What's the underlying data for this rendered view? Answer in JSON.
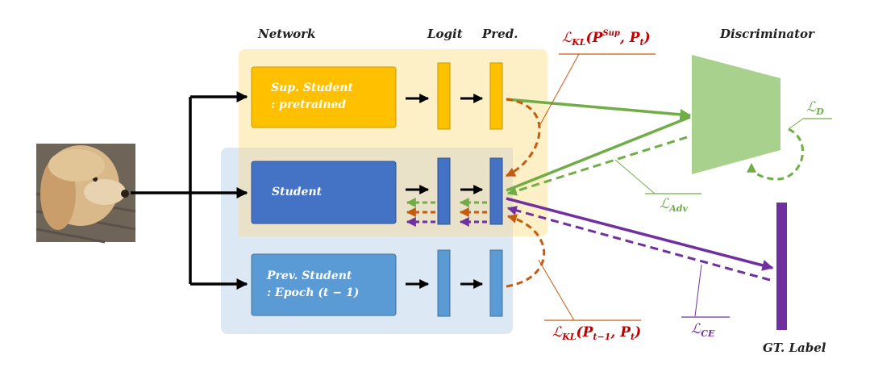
{
  "headings": {
    "network": "Network",
    "logit": "Logit",
    "pred": "Pred.",
    "discriminator": "Discriminator",
    "gt_label": "GT. Label"
  },
  "students": {
    "sup_line1": "Sup. Student",
    "sup_line2": ": pretrained",
    "student": "Student",
    "prev_line1": "Prev. Student",
    "prev_line2": ": Epoch (t − 1)"
  },
  "losses": {
    "kl_sup": {
      "symbol": "ℒ",
      "sub": "KL",
      "open": "(",
      "p_sup": "P",
      "sup": "Sup",
      "sep": ", ",
      "p_t": "P",
      "t": "t",
      "close": ")"
    },
    "kl_prev": {
      "symbol": "ℒ",
      "sub": "KL",
      "open": "(",
      "p_prev": "P",
      "prev": "t−1",
      "sep": ", ",
      "p_t": "P",
      "t": "t",
      "close": ")"
    },
    "d": {
      "symbol": "ℒ",
      "sub": "D"
    },
    "adv": {
      "symbol": "ℒ",
      "sub": "Adv"
    },
    "ce": {
      "symbol": "ℒ",
      "sub": "CE"
    }
  },
  "colors": {
    "sup_panel": "#fdefc6",
    "student_panel": "#dde8f5",
    "overlap_panel": "#e9e2c8",
    "sup_box": "#ffc000",
    "student_box": "#4472c4",
    "prev_box": "#5b9bd5",
    "green": "#70ad47",
    "green_disc": "#a9d18e",
    "red": "#c55a11",
    "purple": "#7030a0"
  }
}
